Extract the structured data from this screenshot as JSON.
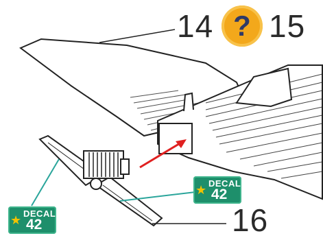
{
  "steps": {
    "left": "14",
    "right": "15",
    "part": "16"
  },
  "help": {
    "symbol": "?"
  },
  "decals": [
    {
      "word": "DECAL",
      "number": "42"
    },
    {
      "word": "DECAL",
      "number": "42"
    }
  ],
  "colors": {
    "help_bg": "#f3a81b",
    "help_fg": "#2f3a67",
    "decal_bg": "#1e8f6b",
    "arrow": "#e02020",
    "leader": "#2aa59b"
  }
}
